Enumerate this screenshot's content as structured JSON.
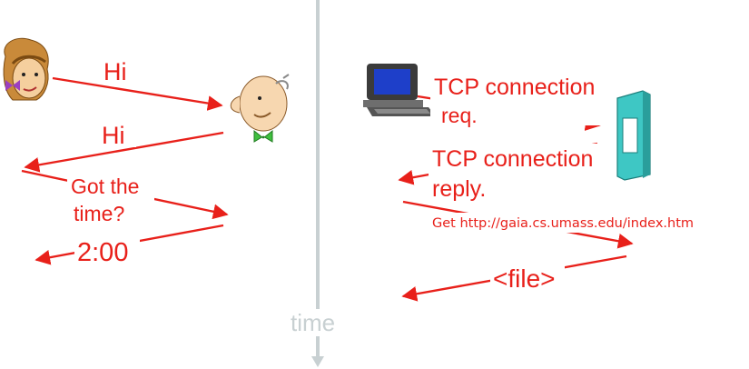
{
  "human": {
    "msg_hi_1": "Hi",
    "msg_hi_2": "Hi",
    "msg_got_line1": "Got the",
    "msg_got_line2": "time?",
    "msg_time_reply": "2:00"
  },
  "network": {
    "tcp_req_line1": "TCP connection",
    "tcp_req_line2": "req.",
    "tcp_reply_line1": "TCP connection",
    "tcp_reply_line2": "reply.",
    "get_request": "Get http://gaia.cs.umass.edu/index.htm",
    "file_reply": "<file>"
  },
  "timeline": {
    "label": "time"
  },
  "icons": [
    "woman-icon",
    "man-icon",
    "computer-icon",
    "server-icon",
    "arrow-down-icon"
  ],
  "colors": {
    "message": "#e8201a",
    "axis": "#c8d0d2",
    "server": "#3ec7c4"
  }
}
